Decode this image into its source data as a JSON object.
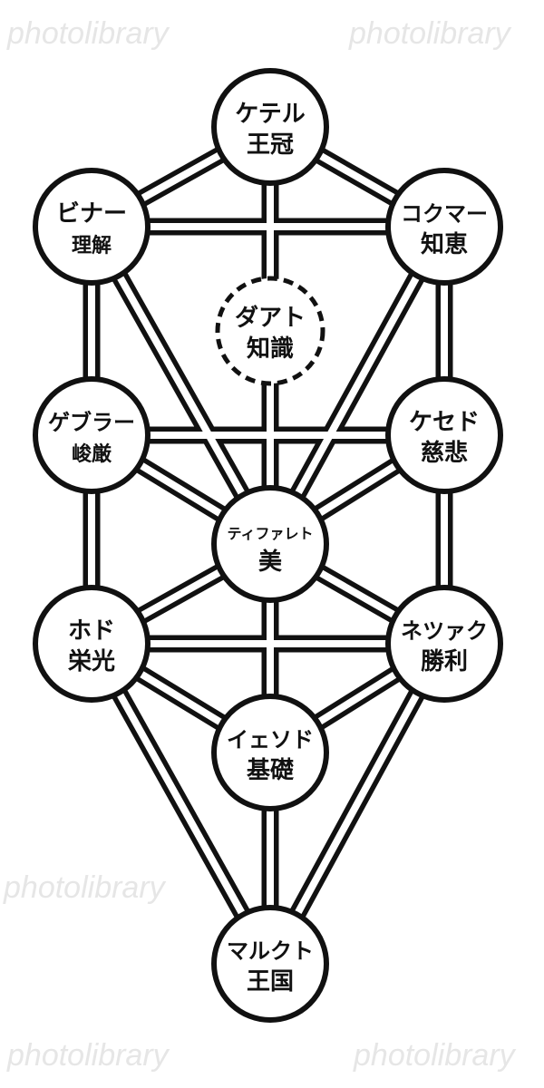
{
  "title": "Tree of Life (Sephiroth)",
  "colors": {
    "line": "#111111",
    "fill": "#ffffff",
    "watermark": "#e6e6e6"
  },
  "watermark": "photolibrary",
  "nodes": [
    {
      "id": "keter",
      "name": "ケテル",
      "meaning": "王冠",
      "dashed": false
    },
    {
      "id": "binah",
      "name": "ビナー",
      "meaning": "理解",
      "dashed": false
    },
    {
      "id": "chokmah",
      "name": "コクマー",
      "meaning": "知恵",
      "dashed": false
    },
    {
      "id": "daat",
      "name": "ダアト",
      "meaning": "知識",
      "dashed": true
    },
    {
      "id": "geburah",
      "name": "ゲブラー",
      "meaning": "峻厳",
      "dashed": false
    },
    {
      "id": "chesed",
      "name": "ケセド",
      "meaning": "慈悲",
      "dashed": false
    },
    {
      "id": "tiferet",
      "name": "ティファレト",
      "meaning": "美",
      "dashed": false
    },
    {
      "id": "hod",
      "name": "ホド",
      "meaning": "栄光",
      "dashed": false
    },
    {
      "id": "netzach",
      "name": "ネツァク",
      "meaning": "勝利",
      "dashed": false
    },
    {
      "id": "yesod",
      "name": "イェソド",
      "meaning": "基礎",
      "dashed": false
    },
    {
      "id": "malkuth",
      "name": "マルクト",
      "meaning": "王国",
      "dashed": false
    }
  ],
  "paths": [
    [
      "keter",
      "binah"
    ],
    [
      "keter",
      "chokmah"
    ],
    [
      "keter",
      "daat"
    ],
    [
      "daat",
      "tiferet"
    ],
    [
      "binah",
      "chokmah"
    ],
    [
      "binah",
      "geburah"
    ],
    [
      "binah",
      "tiferet"
    ],
    [
      "chokmah",
      "chesed"
    ],
    [
      "chokmah",
      "tiferet"
    ],
    [
      "geburah",
      "chesed"
    ],
    [
      "geburah",
      "tiferet"
    ],
    [
      "chesed",
      "tiferet"
    ],
    [
      "geburah",
      "hod"
    ],
    [
      "chesed",
      "netzach"
    ],
    [
      "tiferet",
      "hod"
    ],
    [
      "tiferet",
      "netzach"
    ],
    [
      "tiferet",
      "yesod"
    ],
    [
      "hod",
      "netzach"
    ],
    [
      "hod",
      "yesod"
    ],
    [
      "netzach",
      "yesod"
    ],
    [
      "hod",
      "malkuth"
    ],
    [
      "netzach",
      "malkuth"
    ],
    [
      "yesod",
      "malkuth"
    ]
  ]
}
